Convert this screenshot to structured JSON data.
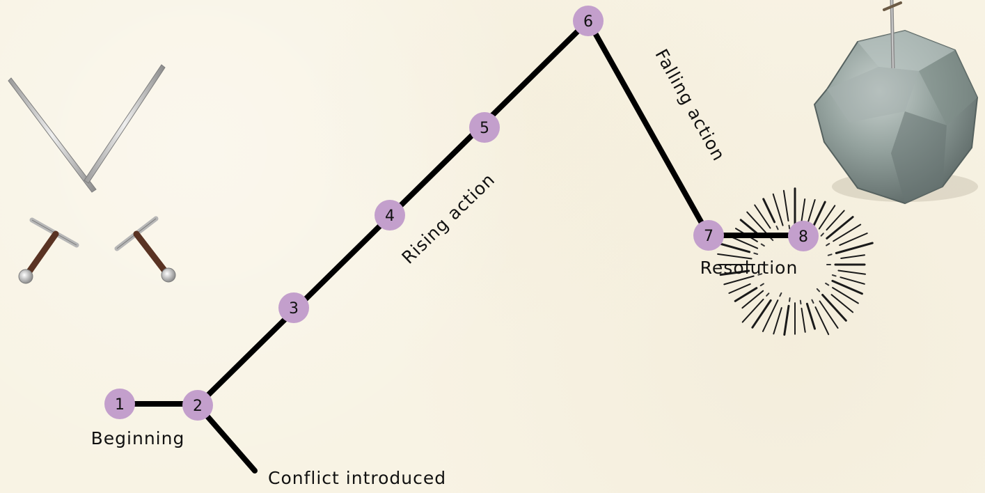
{
  "diagram": {
    "nodes": [
      {
        "id": "1",
        "label": "1"
      },
      {
        "id": "2",
        "label": "2"
      },
      {
        "id": "3",
        "label": "3"
      },
      {
        "id": "4",
        "label": "4"
      },
      {
        "id": "5",
        "label": "5"
      },
      {
        "id": "6",
        "label": "6"
      },
      {
        "id": "7",
        "label": "7"
      },
      {
        "id": "8",
        "label": "8"
      }
    ],
    "labels": {
      "beginning": "Beginning",
      "conflict": "Conflict  introduced",
      "rising": "Rising  action",
      "falling": "Falling  action",
      "resolution": "Resolution"
    },
    "colors": {
      "node_fill": "#c39fcc",
      "line": "#000000",
      "background": "#f8f3e4"
    },
    "icons": [
      "crossed-swords-icon",
      "sword-in-stone-icon",
      "sunburst-icon"
    ]
  }
}
